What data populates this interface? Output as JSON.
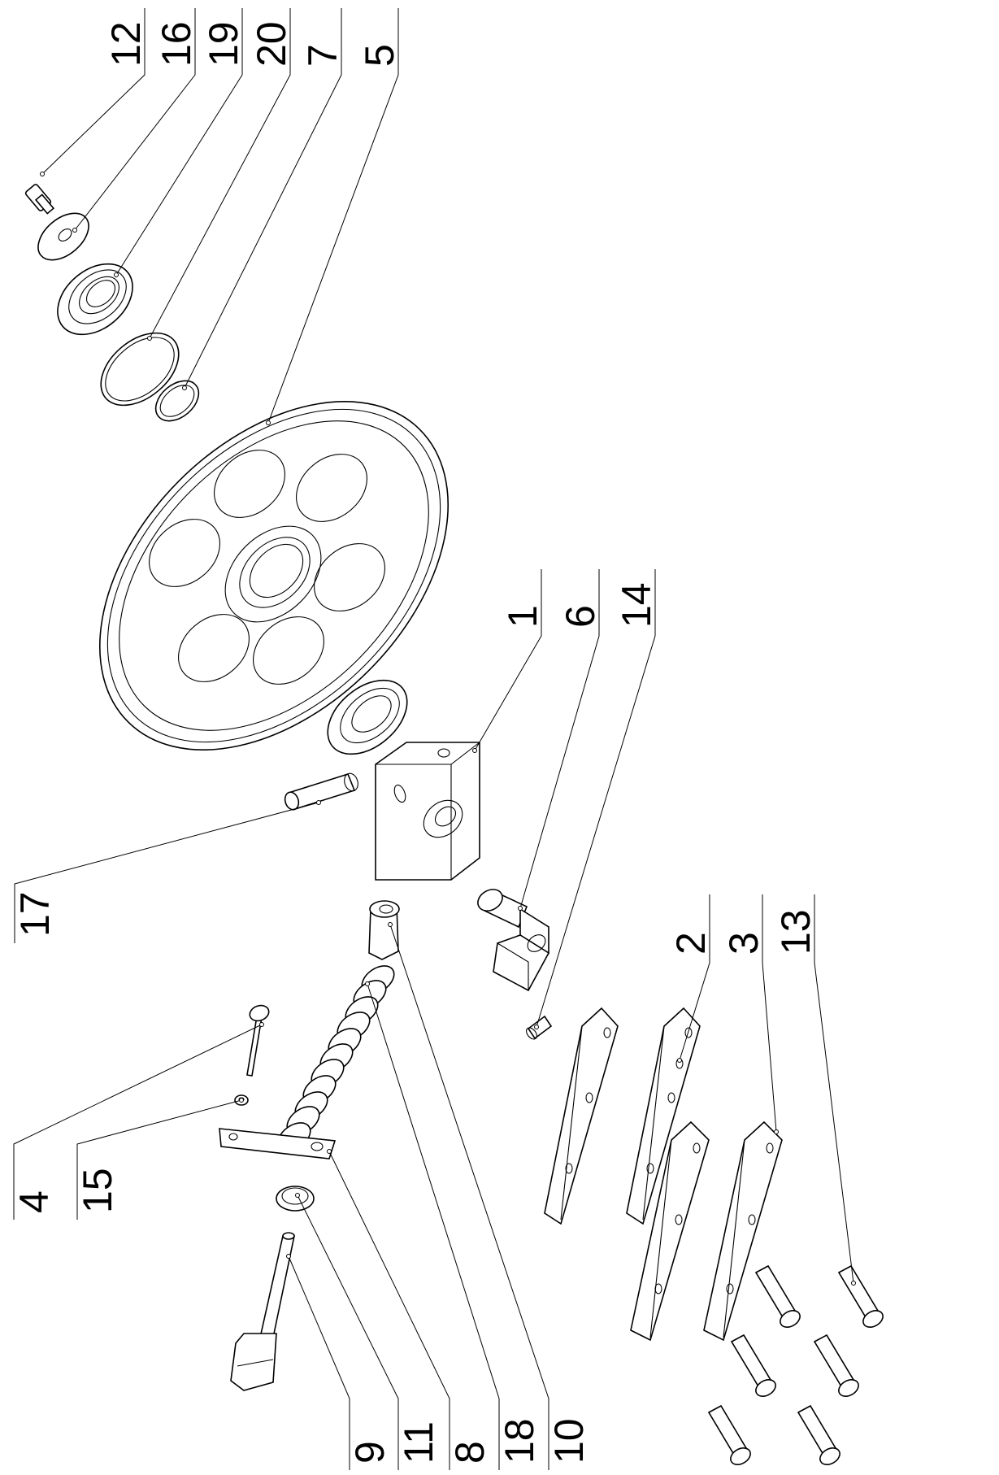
{
  "diagram": {
    "callouts": [
      {
        "id": "c12",
        "label": "12"
      },
      {
        "id": "c16",
        "label": "16"
      },
      {
        "id": "c19",
        "label": "19"
      },
      {
        "id": "c20",
        "label": "20"
      },
      {
        "id": "c7",
        "label": "7"
      },
      {
        "id": "c5",
        "label": "5"
      },
      {
        "id": "c1",
        "label": "1"
      },
      {
        "id": "c6",
        "label": "6"
      },
      {
        "id": "c14",
        "label": "14"
      },
      {
        "id": "c17",
        "label": "17"
      },
      {
        "id": "c2",
        "label": "2"
      },
      {
        "id": "c3",
        "label": "3"
      },
      {
        "id": "c13",
        "label": "13"
      },
      {
        "id": "c4",
        "label": "4"
      },
      {
        "id": "c15",
        "label": "15"
      },
      {
        "id": "c9",
        "label": "9"
      },
      {
        "id": "c11",
        "label": "11"
      },
      {
        "id": "c8",
        "label": "8"
      },
      {
        "id": "c18",
        "label": "18"
      },
      {
        "id": "c10",
        "label": "10"
      }
    ]
  }
}
